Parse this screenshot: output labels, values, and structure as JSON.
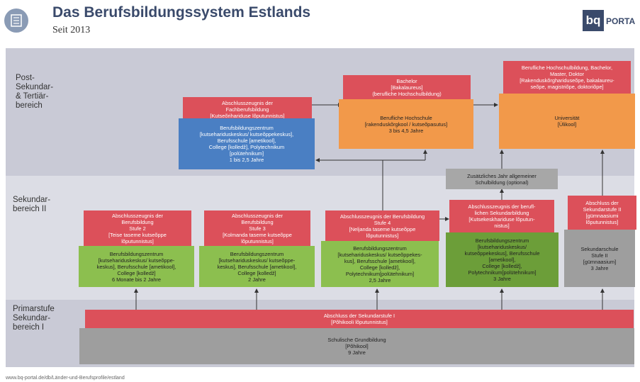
{
  "header": {
    "title": "Das Berufsbildungssystem Estlands",
    "subtitle": "Seit 2013",
    "logo_text": "PORTA",
    "logo_mark": "bq"
  },
  "bands": {
    "post": "Post-\nSekundar-\n& Tertiär-\nbereich",
    "sek2": "Sekundar-\nbereich II",
    "prim": "Primarstufe\nSekundar-\nbereich I"
  },
  "boxes": {
    "fach_abschluss": "Abschlusszeugnis der\nFachberufsbildung\n[Kutseõrihariduse lõputunnistus]",
    "fach_zentrum": "Berufsbildungszentrum\n[kutsehariduskeskus/ kutseõppekeskus],\nBerufsschule [ametikool],\nCollege [kolledž], Polytechnikum\n[polütehnikum]\n1 bis 2,5 Jahre",
    "bachelor": "Bachelor\n[Bakalaureus]\n(berufliche Hochschulbildung)",
    "hochschule": "Berufliche Hochschule\n[rakenduskõrgkool / kutseõpasutus]\n3 bis 4,5 Jahre",
    "uni_abschluss": "Berufliche Hochschulbildung, Bachelor,\nMaster, Doktor\n[Rakenduskõrghariduse­õpe, bakalaureu-\nseõpe, magistriõpe, doktoriõpe]",
    "uni": "Universität\n[Ülikool]",
    "zus_jahr": "Zusätzliches Jahr allgemeiner\nSchulbildung (optional)",
    "s2_abschluss": "Abschlusszeugnis der\nBerufsbildung\nStufe 2\n[Teise taseme kutseõppe\nlõputunnistus]",
    "s2_zentrum": "Berufsbildungszentrum\n[kutsehariduskeskus/ kutseõppe-\nkeskus], Berufsschule [ametikool],\nCollege [kolledž]\n6 Monate bis 2 Jahre",
    "s3_abschluss": "Abschlusszeugnis der\nBerufsbildung\nStufe 3\n[Kolmanda taseme  kutseõppe\nlõputunnistus]",
    "s3_zentrum": "Berufsbildungszentrum\n[kutsehariduskeskus/ kutseõppe-\nkeskus], Berufsschule [ametikool],\nCollege [kolledž]\n2 Jahre",
    "s4_abschluss": "Abschlusszeugnis der Berufsbildung\nStufe 4\n[Neljanda taseme kutseõppe\nlõputunnistus]",
    "s4_zentrum": "Berufsbildungszentrum\n[kutsehariduskeskus/ kutseõppekes-\nkus], Berufsschule [ametikool],\nCollege [kolledž],\nPolytechnikum[polütehnikum]\n2,5 Jahre",
    "sek_berufl_abschluss": "Abschlusszeugnis der berufl-\nlichen Sekundarbildung\n[Kutsekeskhariduse lõputun-\nnistus]",
    "sek_berufl_zentrum": "Berufsbildungszentrum\n[kutsehariduskeskus/\nkutseõppekeskus], Berufsschule\n[ametikool],\nCollege [kolledž],\nPolytechnikum[polütehnikum]\n3 Jahre",
    "gym_abschluss": "Abschluss der\nSekundarstufe II\n[gümnaasiumi\nlõputunnistus]",
    "gym": "Sekundarschule\nStufe II\n[gümnaasium]\n3 Jahre",
    "prim_abschluss": "Abschluss der Sekundarstufe I\n[Põhikooli lõputunnistus]",
    "grundbildung": "Schulische Grundbildung\n[Põhikool]\n9 Jahre"
  },
  "footer": "www.bq-portal.de/db/Länder-und-Berufsprofile/estland",
  "colors": {
    "red": "#dc505a",
    "blue": "#4a7fc3",
    "orange": "#f2994a",
    "green": "#8cbf4f",
    "grey": "#9e9e9e",
    "band_top": "#c9cad6",
    "band_mid": "#dcdde5",
    "band_bottom": "#c9cad6",
    "title": "#3a4a6b"
  }
}
